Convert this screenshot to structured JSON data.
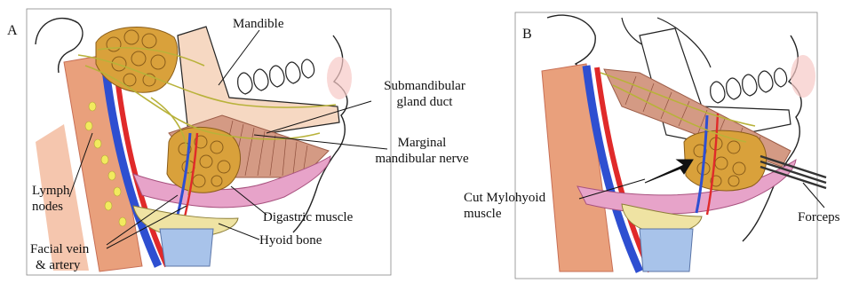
{
  "panels": {
    "a": {
      "letter": "A",
      "labels": {
        "mandible": "Mandible",
        "duct_line1": "Submandibular",
        "duct_line2": "gland duct",
        "nerve_line1": "Marginal",
        "nerve_line2": "mandibular nerve",
        "lymph_line1": "Lymph",
        "lymph_line2": "nodes",
        "digastric": "Digastric muscle",
        "vessels_line1": "Facial vein",
        "vessels_line2": "& artery",
        "hyoid": "Hyoid bone"
      }
    },
    "b": {
      "letter": "B",
      "labels": {
        "mylohyoid_line1": "Cut Mylohyoid",
        "mylohyoid_line2": "muscle",
        "forceps": "Forceps"
      }
    }
  },
  "colors": {
    "gland": "#d9a13b",
    "muscle": "#e9a07c",
    "muscle_dark": "#c86f55",
    "digastric": "#e7a3c9",
    "nerve": "#b8b23a",
    "vein": "#2e4fd1",
    "artery": "#e02a2a",
    "hyoid": "#efe3a3",
    "larynx": "#a8c3ea"
  }
}
